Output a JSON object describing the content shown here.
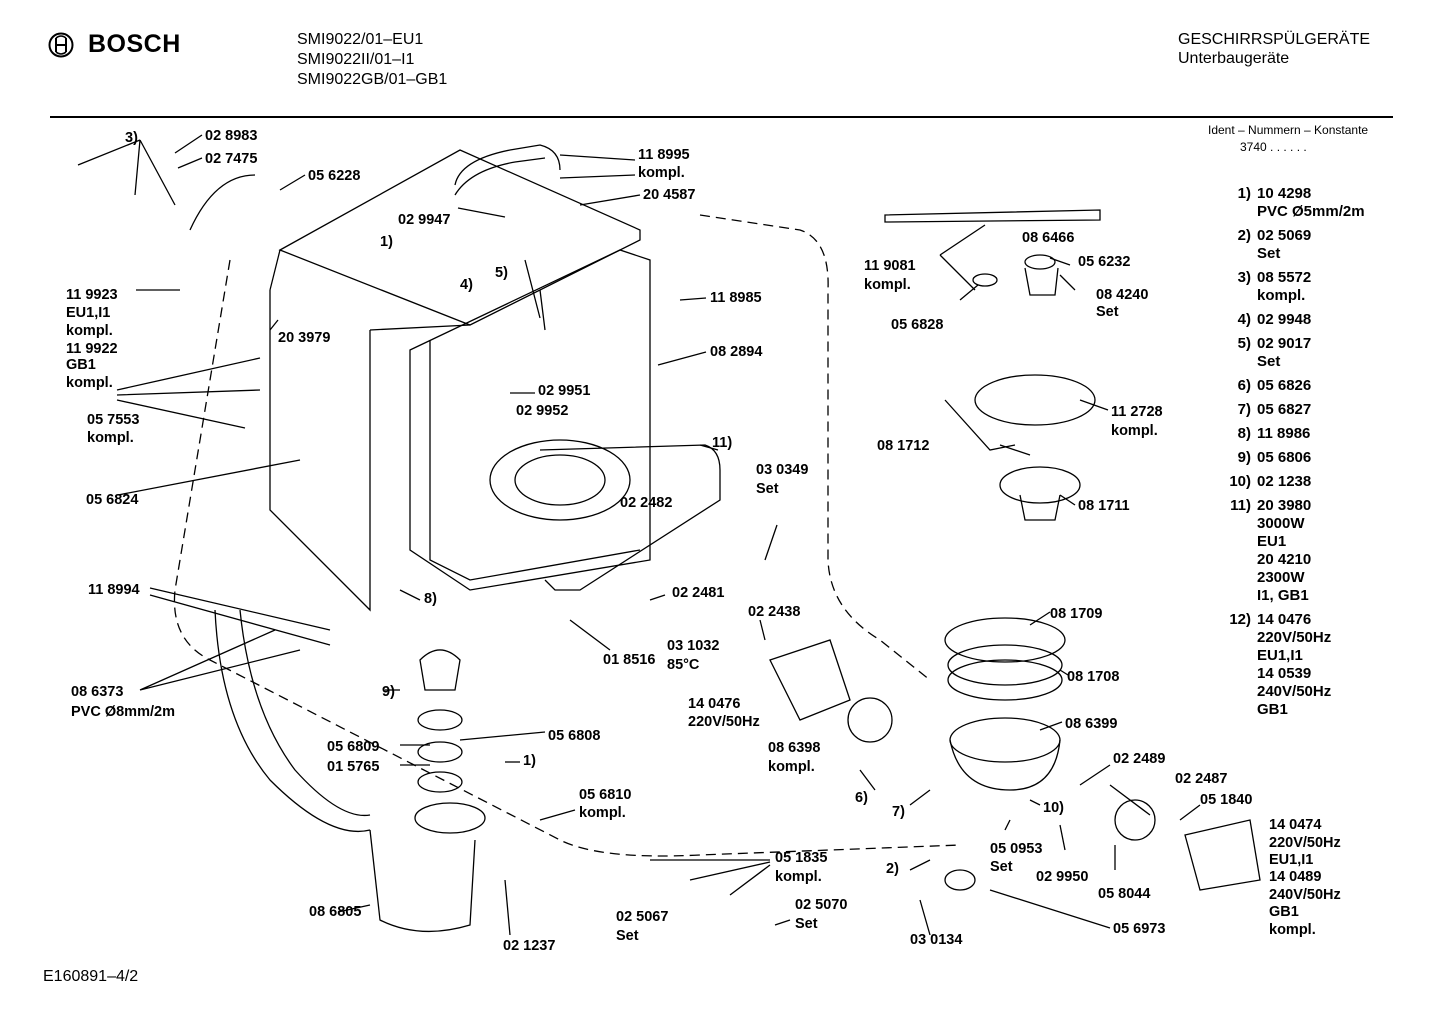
{
  "header": {
    "brand": "BOSCH",
    "models": [
      "SMI9022/01–EU1",
      "SMI9022II/01–I1",
      "SMI9022GB/01–GB1"
    ],
    "category": "GESCHIRRSPÜLGERÄTE",
    "subcategory": "Unterbaugeräte"
  },
  "ident": {
    "title": "Ident – Nummern – Konstante",
    "value": "3740 . . . . . ."
  },
  "footer": {
    "doc_id": "E160891–4/2"
  },
  "legend": [
    {
      "num": "1)",
      "lines": [
        "10 4298",
        "PVC Ø5mm/2m"
      ]
    },
    {
      "num": "2)",
      "lines": [
        "02 5069",
        "Set"
      ]
    },
    {
      "num": "3)",
      "lines": [
        "08 5572",
        "kompl."
      ]
    },
    {
      "num": "4)",
      "lines": [
        "02 9948"
      ]
    },
    {
      "num": "5)",
      "lines": [
        "02 9017",
        "Set"
      ]
    },
    {
      "num": "6)",
      "lines": [
        "05 6826"
      ]
    },
    {
      "num": "7)",
      "lines": [
        "05 6827"
      ]
    },
    {
      "num": "8)",
      "lines": [
        "11 8986"
      ]
    },
    {
      "num": "9)",
      "lines": [
        "05 6806"
      ]
    },
    {
      "num": "10)",
      "lines": [
        "02 1238"
      ]
    },
    {
      "num": "11)",
      "lines": [
        "20 3980",
        "3000W",
        "EU1",
        "20 4210",
        "2300W",
        "I1, GB1"
      ]
    },
    {
      "num": "12)",
      "lines": [
        "14 0476",
        "220V/50Hz",
        "EU1,I1",
        "14 0539",
        "240V/50Hz",
        "GB1"
      ]
    }
  ],
  "callouts": {
    "c_3": "3)",
    "c_028983": "02 8983",
    "c_027475": "02 7475",
    "c_056228": "05 6228",
    "c_118995": "11 8995",
    "c_118995k": "kompl.",
    "c_204587": "20 4587",
    "c_029947": "02 9947",
    "c_1a": "1)",
    "c_4": "4)",
    "c_5": "5)",
    "c_118985": "11 8985",
    "c_082894": "08 2894",
    "c_119923": "11 9923",
    "c_eu1i1": "EU1,I1",
    "c_kompl1": "kompl.",
    "c_119922": "11 9922",
    "c_gb1": "GB1",
    "c_kompl2": "kompl.",
    "c_203979": "20 3979",
    "c_029951": "02 9951",
    "c_029952": "02 9952",
    "c_057553": "05 7553",
    "c_057553k": "kompl.",
    "c_056824": "05 6824",
    "c_11": "11)",
    "c_030349": "03 0349",
    "c_030349s": "Set",
    "c_022482": "02 2482",
    "c_118994": "11 8994",
    "c_8": "8)",
    "c_022481": "02 2481",
    "c_022438": "02 2438",
    "c_031032": "03 1032",
    "c_85c": "85°C",
    "c_018516": "01 8516",
    "c_086373": "08 6373",
    "c_pvc8": "PVC Ø8mm/2m",
    "c_9": "9)",
    "c_056808": "05 6808",
    "c_056809": "05 6809",
    "c_015765": "01 5765",
    "c_1b": "1)",
    "c_140476": "14 0476",
    "c_220v": "220V/50Hz",
    "c_086398": "08 6398",
    "c_086398k": "kompl.",
    "c_056810": "05 6810",
    "c_056810k": "kompl.",
    "c_6": "6)",
    "c_7": "7)",
    "c_086805": "08 6805",
    "c_021237": "02 1237",
    "c_051835": "05 1835",
    "c_051835k": "kompl.",
    "c_025067": "02 5067",
    "c_025067s": "Set",
    "c_025070": "02 5070",
    "c_025070s": "Set",
    "c_086466": "08 6466",
    "c_119081": "11 9081",
    "c_119081k": "kompl.",
    "c_056232": "05 6232",
    "c_084240": "08 4240",
    "c_084240s": "Set",
    "c_056828": "05 6828",
    "c_112728": "11 2728",
    "c_112728k": "kompl.",
    "c_081712": "08 1712",
    "c_081711": "08 1711",
    "c_081709": "08 1709",
    "c_081708": "08 1708",
    "c_086399": "08 6399",
    "c_022489": "02 2489",
    "c_022487": "02 2487",
    "c_051840": "05 1840",
    "c_140474": "14 0474",
    "c_220v2": "220V/50Hz",
    "c_eu1i1b": "EU1,I1",
    "c_140489": "14 0489",
    "c_240v": "240V/50Hz",
    "c_gb1b": "GB1",
    "c_kompl3": "kompl.",
    "c_050953": "05 0953",
    "c_050953s": "Set",
    "c_10": "10)",
    "c_029950": "02 9950",
    "c_058044": "05 8044",
    "c_2": "2)",
    "c_030134": "03 0134",
    "c_056973": "05 6973"
  }
}
